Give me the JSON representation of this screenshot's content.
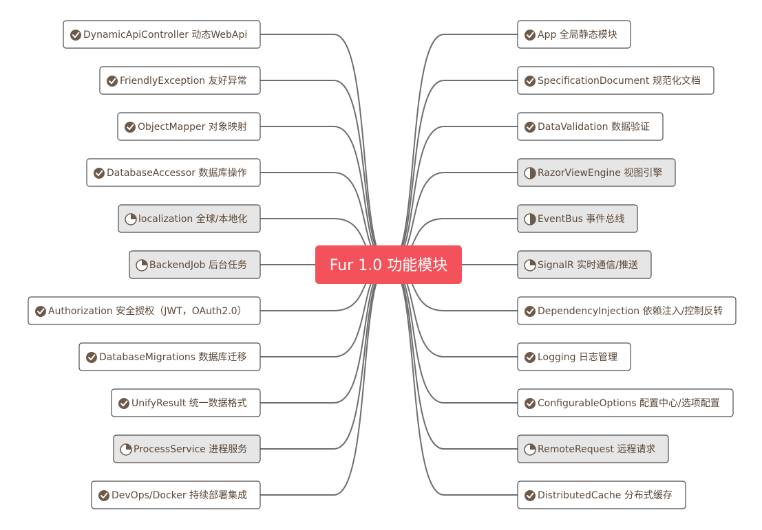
{
  "center": {
    "label": "Fur 1.0 功能模块",
    "color": "#f4525b"
  },
  "colors": {
    "connector": "#6e6e6e",
    "node_border": "#4d4d4d",
    "node_fill_done": "#ffffff",
    "node_fill_partial": "#e6e6e6",
    "icon": "#6d5a4a",
    "text": "#5c4838"
  },
  "legend_states": {
    "done": "check-circle-icon",
    "half": "half-circle-icon",
    "quarter": "quarter-pie-icon"
  },
  "branches_left": [
    {
      "label": "DynamicApiController 动态WebApi",
      "status": "done"
    },
    {
      "label": "FriendlyException 友好异常",
      "status": "done"
    },
    {
      "label": "ObjectMapper 对象映射",
      "status": "done"
    },
    {
      "label": "DatabaseAccessor 数据库操作",
      "status": "done"
    },
    {
      "label": "localization 全球/本地化",
      "status": "quarter"
    },
    {
      "label": "BackendJob 后台任务",
      "status": "quarter"
    },
    {
      "label": "Authorization 安全授权（JWT，OAuth2.0）",
      "status": "done"
    },
    {
      "label": "DatabaseMigrations 数据库迁移",
      "status": "done"
    },
    {
      "label": "UnifyResult 统一数据格式",
      "status": "done"
    },
    {
      "label": "ProcessService 进程服务",
      "status": "quarter"
    },
    {
      "label": "DevOps/Docker 持续部署集成",
      "status": "done"
    }
  ],
  "branches_right": [
    {
      "label": "App 全局静态模块",
      "status": "done"
    },
    {
      "label": "SpecificationDocument 规范化文档",
      "status": "done"
    },
    {
      "label": "DataValidation 数据验证",
      "status": "done"
    },
    {
      "label": "RazorViewEngine 视图引擎",
      "status": "half"
    },
    {
      "label": "EventBus 事件总线",
      "status": "half"
    },
    {
      "label": "SignalR 实时通信/推送",
      "status": "quarter"
    },
    {
      "label": "DependencyInjection 依赖注入/控制反转",
      "status": "done"
    },
    {
      "label": "Logging 日志管理",
      "status": "done"
    },
    {
      "label": "ConfigurableOptions 配置中心/选项配置",
      "status": "done"
    },
    {
      "label": "RemoteRequest 远程请求",
      "status": "quarter"
    },
    {
      "label": "DistributedCache 分布式缓存",
      "status": "done"
    }
  ]
}
